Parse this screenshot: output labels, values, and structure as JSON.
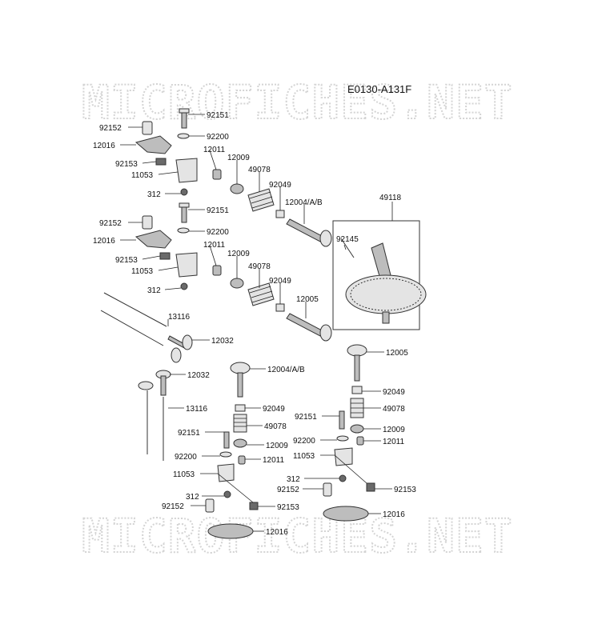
{
  "diagram_code": "E0130-A131F",
  "watermark": "MICROFICHES.NET",
  "labels": {
    "p92151_top": "92151",
    "p92200_top": "92200",
    "p92152_top": "92152",
    "p12016_top": "12016",
    "p12011_top": "12011",
    "p12009_top": "12009",
    "p92153_top": "92153",
    "p49078_top": "49078",
    "p11053_top": "11053",
    "p92049_top": "92049",
    "p312_top": "312",
    "p12004_top": "12004/A/B",
    "p49118": "49118",
    "p92151_mid": "92151",
    "p92145": "92145",
    "p92200_mid": "92200",
    "p92152_mid": "92152",
    "p12011_mid": "12011",
    "p12016_mid": "12016",
    "p12009_mid": "12009",
    "p92153_mid": "92153",
    "p49078_mid": "49078",
    "p11053_mid": "11053",
    "p92049_mid": "92049",
    "p312_mid": "312",
    "p12005_mid": "12005",
    "p13116_a": "13116",
    "p12032_a": "12032",
    "p12005_r": "12005",
    "p12004_l": "12004/A/B",
    "p12032_b": "12032",
    "p92049_r": "92049",
    "p13116_b": "13116",
    "p92049_l": "92049",
    "p92151_r": "92151",
    "p49078_r": "49078",
    "p49078_l": "49078",
    "p12009_r": "12009",
    "p92151_l": "92151",
    "p92200_r": "92200",
    "p12011_r": "12011",
    "p12009_l": "12009",
    "p11053_r": "11053",
    "p92200_l": "92200",
    "p12011_l": "12011",
    "p11053_l": "11053",
    "p92153_r": "92153",
    "p312_r": "312",
    "p92152_r": "92152",
    "p312_l": "312",
    "p92153_l": "92153",
    "p92152_l": "92152",
    "p12016_r": "12016",
    "p12016_l": "12016"
  }
}
